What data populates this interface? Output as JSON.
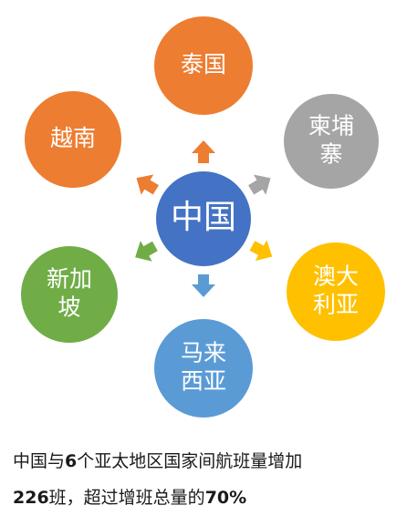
{
  "center": {
    "label": "中国",
    "color": "#4472C4"
  },
  "nodes": [
    {
      "id": "thailand",
      "lines": [
        "泰国"
      ],
      "color": "#ED7D31"
    },
    {
      "id": "cambodia",
      "lines": [
        "柬埔",
        "寨"
      ],
      "color": "#A5A5A5"
    },
    {
      "id": "australia",
      "lines": [
        "澳大",
        "利亚"
      ],
      "color": "#FFC000"
    },
    {
      "id": "malaysia",
      "lines": [
        "马来",
        "西亚"
      ],
      "color": "#5B9BD5"
    },
    {
      "id": "singapore",
      "lines": [
        "新加",
        "坡"
      ],
      "color": "#70AD47"
    },
    {
      "id": "vietnam",
      "lines": [
        "越南"
      ],
      "color": "#ED7D31"
    }
  ],
  "caption": {
    "line1_a": "中国与",
    "line1_b": "6",
    "line1_c": "个亚太地区国家间航班量增加",
    "line2_a": "226",
    "line2_b": "班，超过增班总量的",
    "line2_c": "70%"
  }
}
